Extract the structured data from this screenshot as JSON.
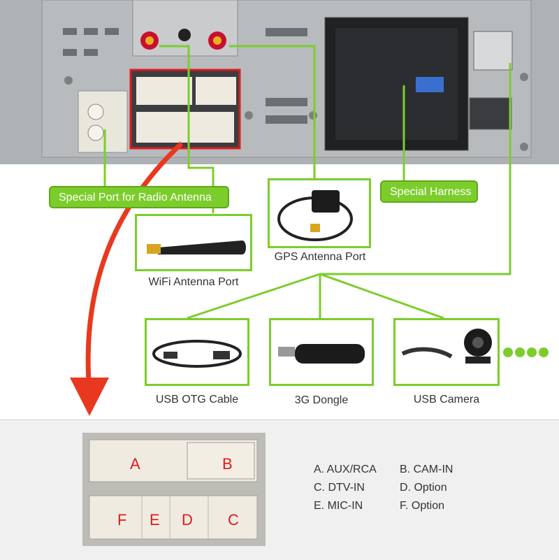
{
  "labels": {
    "radio_port": "Special Port for Radio Antenna",
    "harness": "Special Harness",
    "gps_port": "GPS Antenna Port",
    "wifi_port": "WiFi Antenna Port",
    "usb_otg": "USB OTG Cable",
    "dongle": "3G Dongle",
    "usb_camera": "USB Camera"
  },
  "connector_letters": [
    "A",
    "B",
    "F",
    "E",
    "D",
    "C"
  ],
  "legend": [
    {
      "left": "A. AUX/RCA",
      "right": "B. CAM-IN"
    },
    {
      "left": "C. DTV-IN",
      "right": "D. Option"
    },
    {
      "left": "E. MIC-IN",
      "right": "F. Option"
    }
  ],
  "colors": {
    "accent": "#7ccd2b",
    "arrow": "#e8391f",
    "highlight": "#e0191b"
  }
}
